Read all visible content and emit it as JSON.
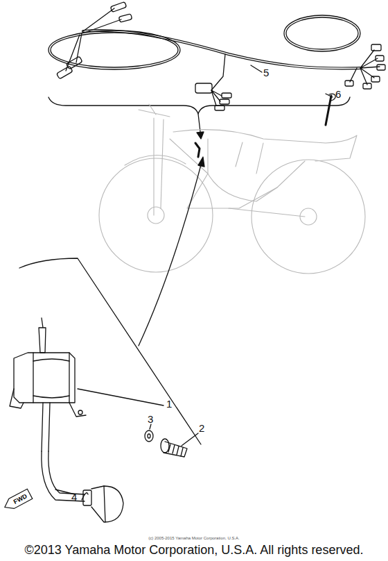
{
  "diagram": {
    "caption": "©2013 Yamaha Motor Corporation, U.S.A. All rights reserved.",
    "nodes": [
      {
        "text": [
          "FWD"
        ]
      }
    ],
    "labels": [
      "5",
      "6",
      "1",
      "3",
      "2",
      "4",
      "(c) 2005-2015 Yamaha Motor Corporation, U.S.A."
    ]
  }
}
